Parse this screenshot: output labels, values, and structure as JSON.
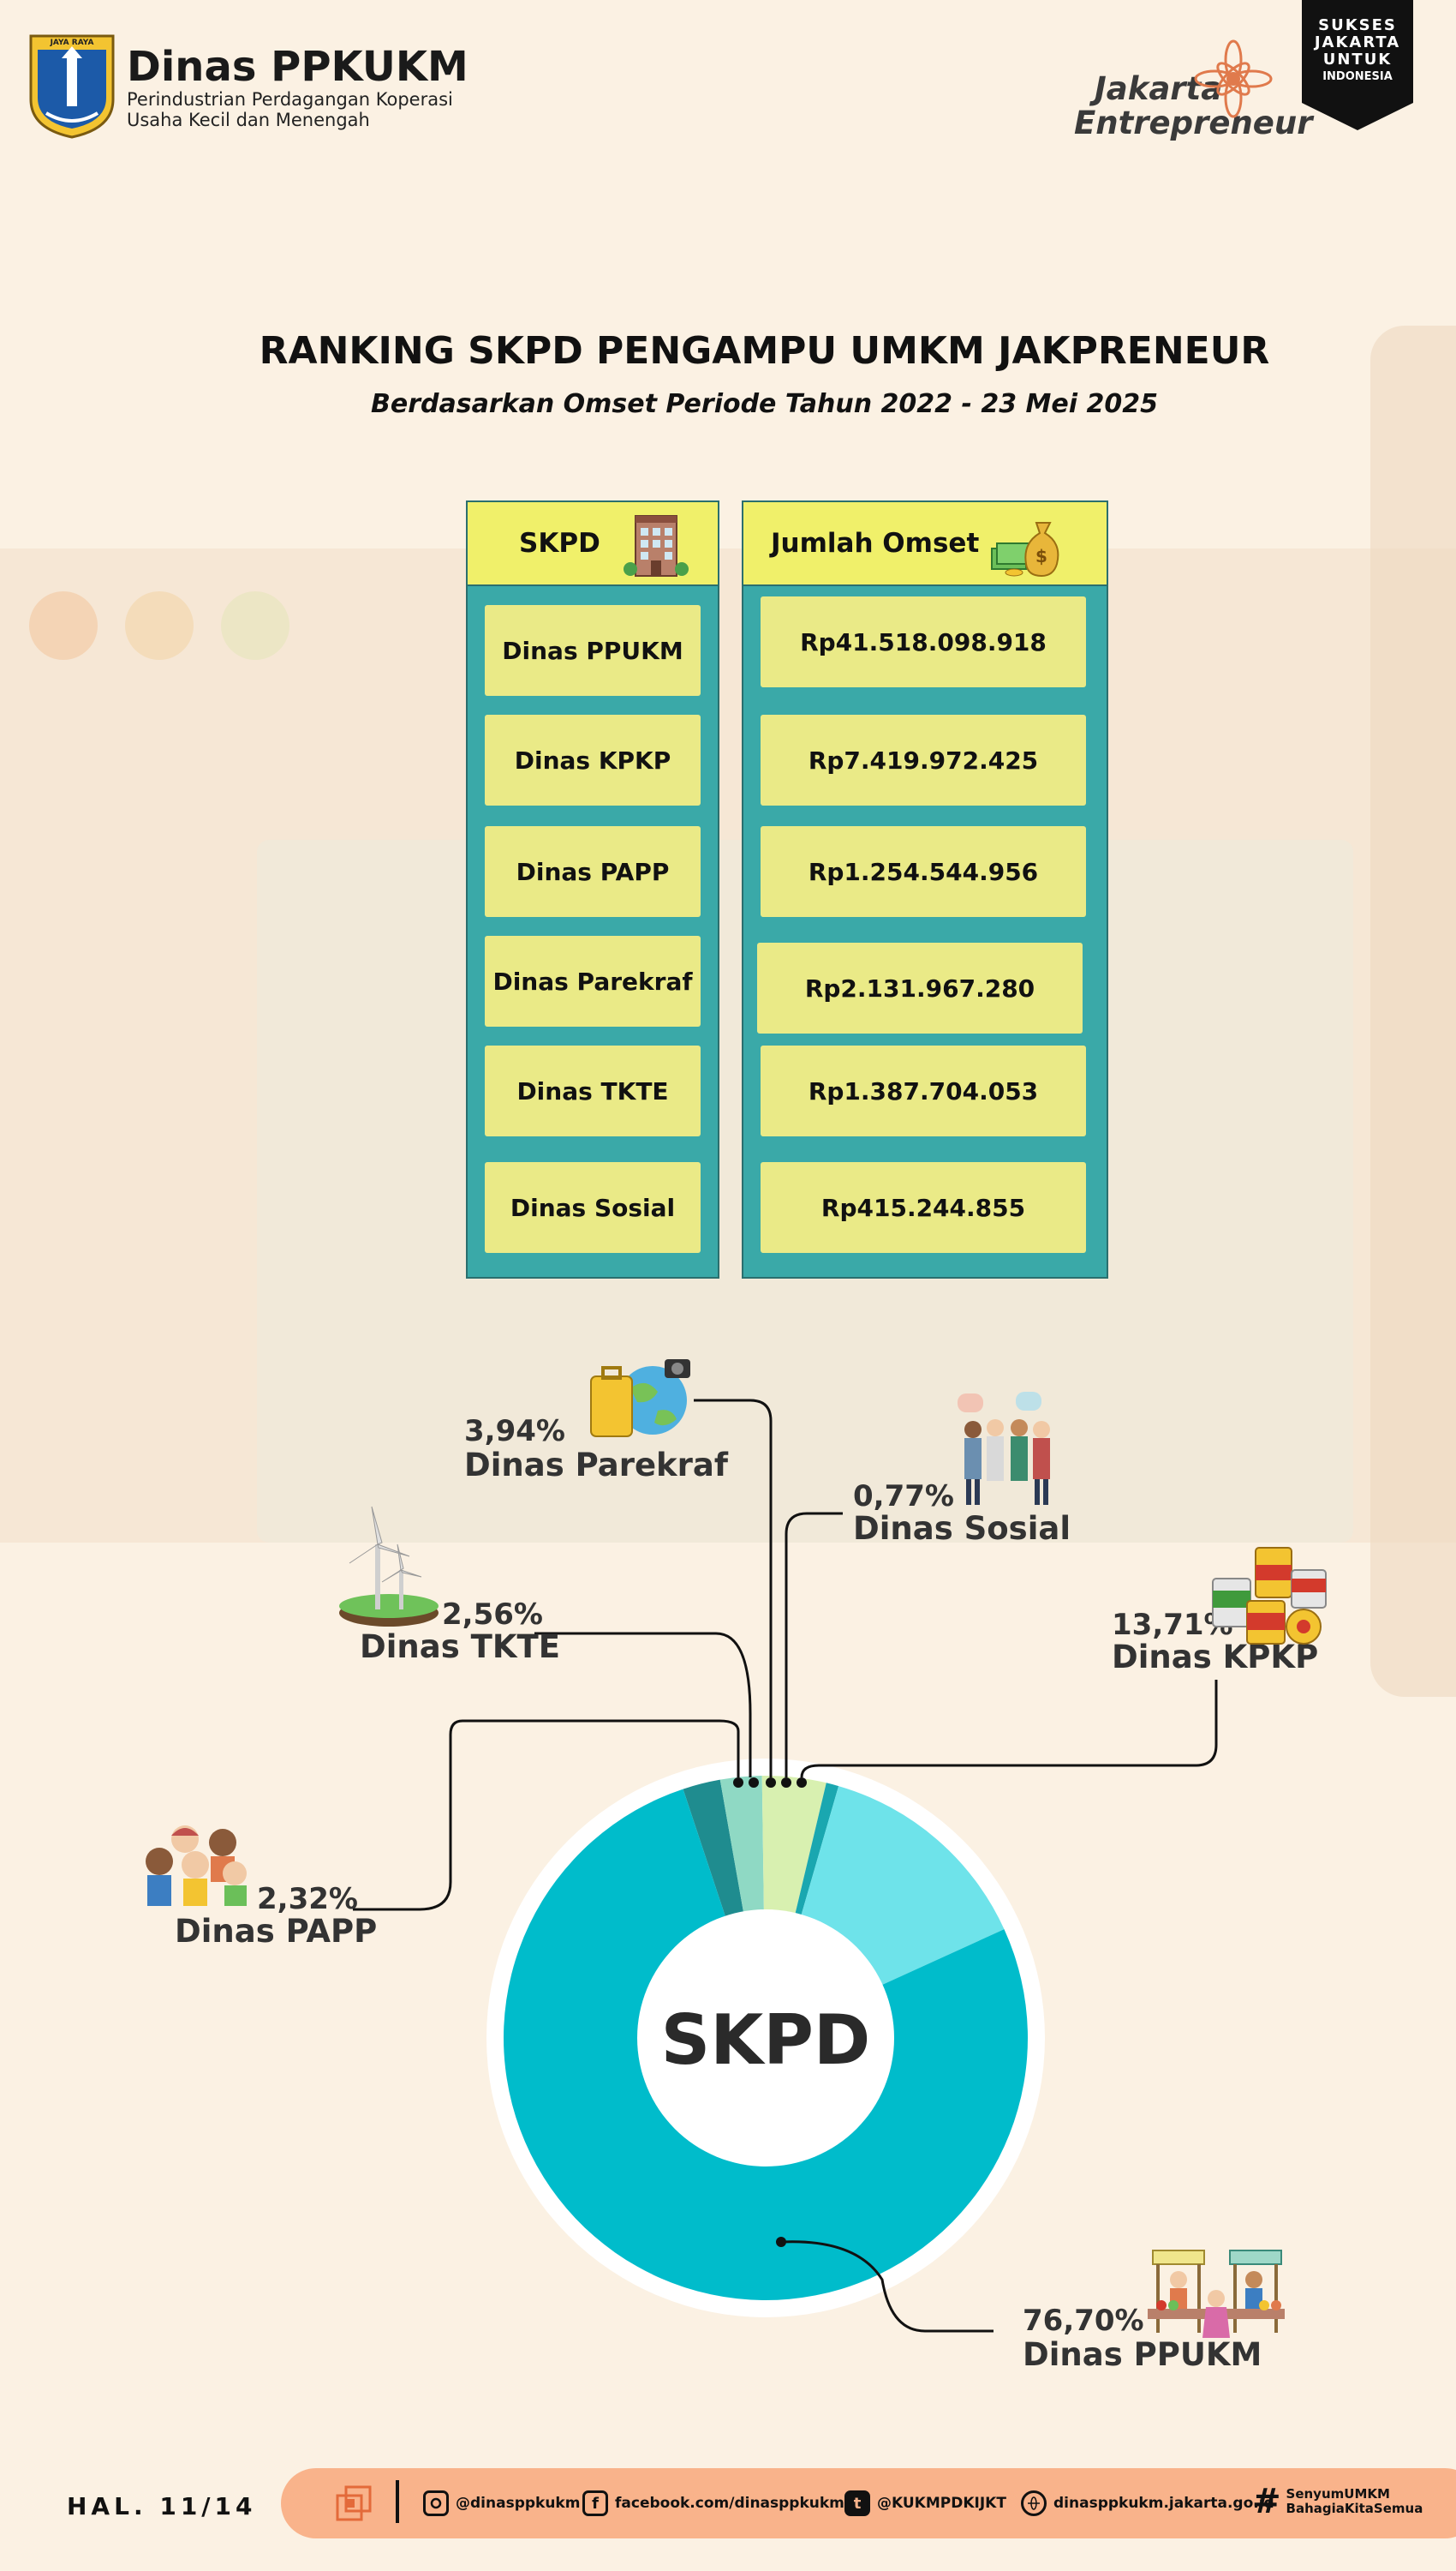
{
  "header": {
    "agency_name": "Dinas PPKUKM",
    "agency_subtitle_1": "Perindustrian Perdagangan Koperasi",
    "agency_subtitle_2": "Usaha Kecil dan Menengah",
    "logo_text": "JAYA RAYA",
    "partner_line_1": "Jakarta",
    "partner_line_2": "Entrepreneur",
    "banner_lines": [
      "SUKSES",
      "JAKARTA",
      "UNTUK",
      "INDONESIA"
    ]
  },
  "title": "RANKING SKPD PENGAMPU UMKM JAKPRENEUR",
  "subtitle": "Berdasarkan Omset Periode Tahun 2022 - 23 Mei 2025",
  "table": {
    "col1_header": "SKPD",
    "col2_header": "Jumlah Omset",
    "rows": [
      {
        "skpd": "Dinas PPUKM",
        "omset": "Rp41.518.098.918"
      },
      {
        "skpd": "Dinas KPKP",
        "omset": "Rp7.419.972.425"
      },
      {
        "skpd": "Dinas PAPP",
        "omset": "Rp1.254.544.956"
      },
      {
        "skpd": "Dinas Parekraf",
        "omset": "Rp2.131.967.280"
      },
      {
        "skpd": "Dinas TKTE",
        "omset": "Rp1.387.704.053"
      },
      {
        "skpd": "Dinas Sosial",
        "omset": "Rp415.244.855"
      }
    ]
  },
  "chart_data": {
    "type": "pie",
    "center_label": "SKPD",
    "slices": [
      {
        "label": "Dinas PPUKM",
        "pct_label": "76,70%",
        "value": 76.7,
        "color": "#00bccb"
      },
      {
        "label": "Dinas PAPP",
        "pct_label": "2,32%",
        "value": 2.32,
        "color": "#1f8c8f"
      },
      {
        "label": "Dinas TKTE",
        "pct_label": "2,56%",
        "value": 2.56,
        "color": "#8fd9c4"
      },
      {
        "label": "Dinas Parekraf",
        "pct_label": "3,94%",
        "value": 3.94,
        "color": "#d8f0b0"
      },
      {
        "label": "Dinas Sosial",
        "pct_label": "0,77%",
        "value": 0.77,
        "color": "#1aa7b0"
      },
      {
        "label": "Dinas KPKP",
        "pct_label": "13,71%",
        "value": 13.71,
        "color": "#6ee3ea"
      }
    ]
  },
  "colors": {
    "background": "#fbf1e3",
    "table_header": "#f0f06a",
    "table_body": "#3aa9a8",
    "table_cell": "#eaea87",
    "donut_main": "#00bccb",
    "footer": "#f9b38b"
  },
  "footer": {
    "page_number": "HAL. 11/14",
    "instagram": "@dinasppkukm",
    "facebook": "facebook.com/dinasppkukmdki",
    "twitter": "@KUKMPDKIJKT",
    "website": "dinasppkukm.jakarta.go.id",
    "hashtag_1": "SenyumUMKM",
    "hashtag_2": "BahagiaKitaSemua"
  }
}
